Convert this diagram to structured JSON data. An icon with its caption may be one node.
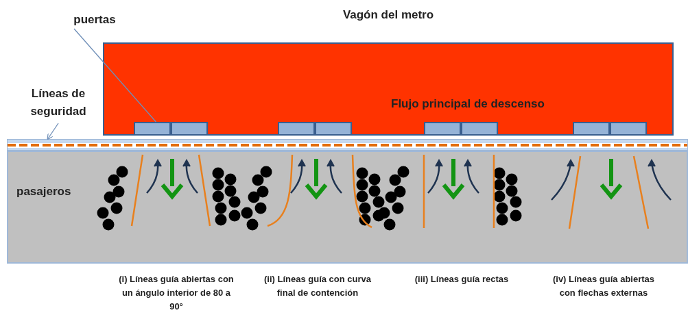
{
  "diagram": {
    "nodes": [
      {
        "text": [
          "Vagón del metro",
          "Flujo principal de descenso"
        ]
      },
      {
        "text": [],
        "shape": "box",
        "in": 0
      },
      {
        "text": [],
        "shape": "box",
        "in": 0
      },
      {
        "text": [],
        "shape": "box",
        "in": 0
      },
      {
        "text": [],
        "shape": "box",
        "in": 0
      },
      {
        "text": [],
        "shape": "box",
        "in": 0
      },
      {
        "text": [],
        "shape": "box",
        "in": 0
      },
      {
        "text": [],
        "shape": "box",
        "in": 0
      },
      {
        "text": [],
        "shape": "box",
        "in": 0
      },
      {
        "text": [
          "puertas"
        ]
      },
      {
        "text": [
          "Líneas de seguridad"
        ]
      },
      {
        "text": [],
        "shape": "bar"
      },
      {
        "text": [
          "pasajeros"
        ]
      }
    ],
    "edges": [
      {
        "from": 9,
        "to": 1,
        "arrow": "none"
      },
      {
        "from": 10,
        "to": 11,
        "arrow": "to"
      }
    ],
    "labels": [
      "(i) Líneas guía abiertas con un ángulo interior de 80 a 90°",
      "(ii) Líneas guía con curva  final de contención",
      "(iii) Líneas guía rectas",
      "(iv) Líneas guía abiertas con flechas externas"
    ]
  }
}
